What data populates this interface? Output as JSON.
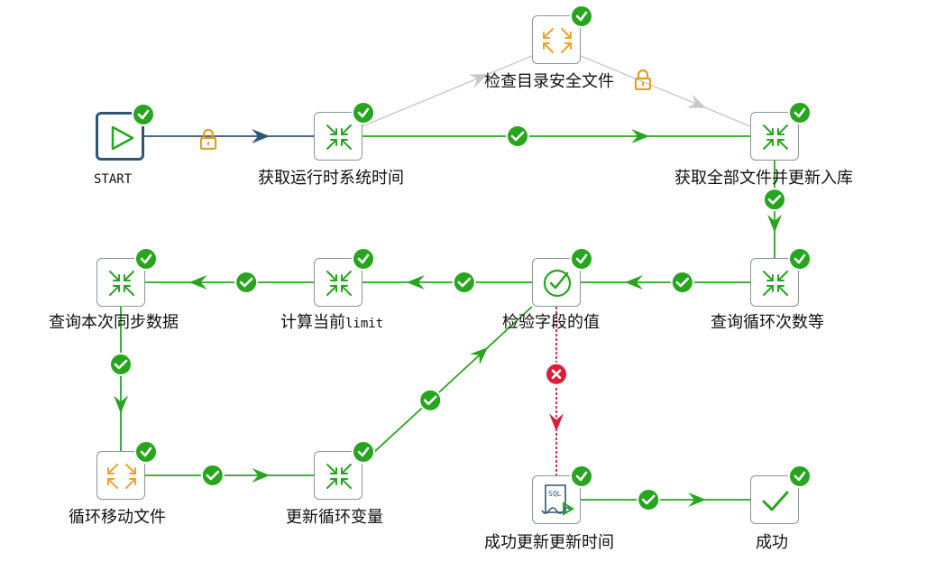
{
  "colors": {
    "success": "#27a51f",
    "error": "#d8203a",
    "disabled": "#c8c8c8",
    "start": "#2f5575",
    "lock": "#e0a020",
    "node_border": "#8a949c",
    "icon_green": "#27a51f",
    "icon_orange": "#f0a030"
  },
  "nodes": {
    "start": {
      "label": "START",
      "icon": "play-icon"
    },
    "get_time": {
      "label": "获取运行时系统时间",
      "icon": "transform-icon"
    },
    "check_dir": {
      "label": "检查目录安全文件",
      "icon": "job-icon"
    },
    "get_files": {
      "label": "获取全部文件并更新入库",
      "icon": "transform-icon"
    },
    "query_count": {
      "label": "查询循环次数等",
      "icon": "transform-icon"
    },
    "check_field": {
      "label": "检验字段的值",
      "icon": "check-circle-icon"
    },
    "calc_limit": {
      "label_cjk": "计算当前",
      "label_mono": "limit",
      "icon": "transform-icon"
    },
    "query_sync": {
      "label": "查询本次同步数据",
      "icon": "transform-icon"
    },
    "move_files": {
      "label": "循环移动文件",
      "icon": "job-icon"
    },
    "update_var": {
      "label": "更新循环变量",
      "icon": "transform-icon"
    },
    "update_time": {
      "label": "成功更新更新时间",
      "icon": "sql-icon"
    },
    "success": {
      "label": "成功",
      "icon": "checkmark-icon"
    }
  },
  "hops": [
    {
      "from": "start",
      "to": "get_time",
      "status": "unconditional"
    },
    {
      "from": "get_time",
      "to": "check_dir",
      "status": "disabled"
    },
    {
      "from": "check_dir",
      "to": "get_files",
      "status": "disabled"
    },
    {
      "from": "get_time",
      "to": "get_files",
      "status": "success"
    },
    {
      "from": "get_files",
      "to": "query_count",
      "status": "success"
    },
    {
      "from": "query_count",
      "to": "check_field",
      "status": "success"
    },
    {
      "from": "check_field",
      "to": "calc_limit",
      "status": "success"
    },
    {
      "from": "calc_limit",
      "to": "query_sync",
      "status": "success"
    },
    {
      "from": "query_sync",
      "to": "move_files",
      "status": "success"
    },
    {
      "from": "move_files",
      "to": "update_var",
      "status": "success"
    },
    {
      "from": "update_var",
      "to": "check_field",
      "status": "success"
    },
    {
      "from": "check_field",
      "to": "update_time",
      "status": "failure"
    },
    {
      "from": "update_time",
      "to": "success",
      "status": "success"
    }
  ]
}
